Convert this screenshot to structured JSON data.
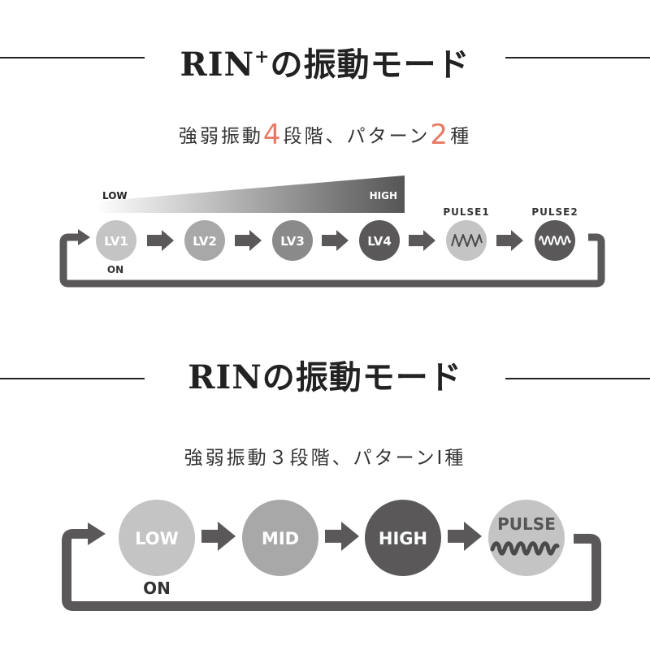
{
  "rin_plus": {
    "title_main": "RIN",
    "title_sup": "+",
    "title_rest": "の振動モード",
    "subtitle_pre": "強弱振動",
    "subtitle_num1": "4",
    "subtitle_mid": "段階、パターン",
    "subtitle_num2": "2",
    "subtitle_post": "種",
    "gradient_low": "LOW",
    "gradient_high": "HIGH",
    "on_label": "ON",
    "modes": [
      {
        "label": "LV1",
        "color": "#c4c4c4"
      },
      {
        "label": "LV2",
        "color": "#a8a8a8"
      },
      {
        "label": "LV3",
        "color": "#8a8a8a"
      },
      {
        "label": "LV4",
        "color": "#5a5858"
      },
      {
        "label": "PULSE1",
        "color": "#c4c4c4",
        "icon": "gentle-wave-icon"
      },
      {
        "label": "PULSE2",
        "color": "#5a5858",
        "icon": "dense-wave-icon"
      }
    ]
  },
  "rin": {
    "title_main": "RIN",
    "title_rest": "の振動モード",
    "subtitle": "強弱振動３段階、パターンⅠ種",
    "on_label": "ON",
    "modes": [
      {
        "label": "LOW",
        "color": "#c4c4c4"
      },
      {
        "label": "MID",
        "color": "#a8a8a8"
      },
      {
        "label": "HIGH",
        "color": "#5a5858"
      },
      {
        "label": "PULSE",
        "color": "#c4c4c4",
        "icon": "wave-icon"
      }
    ]
  },
  "colors": {
    "accent": "#e77a64",
    "arrow": "#5a5858",
    "loop": "#5a5858"
  }
}
